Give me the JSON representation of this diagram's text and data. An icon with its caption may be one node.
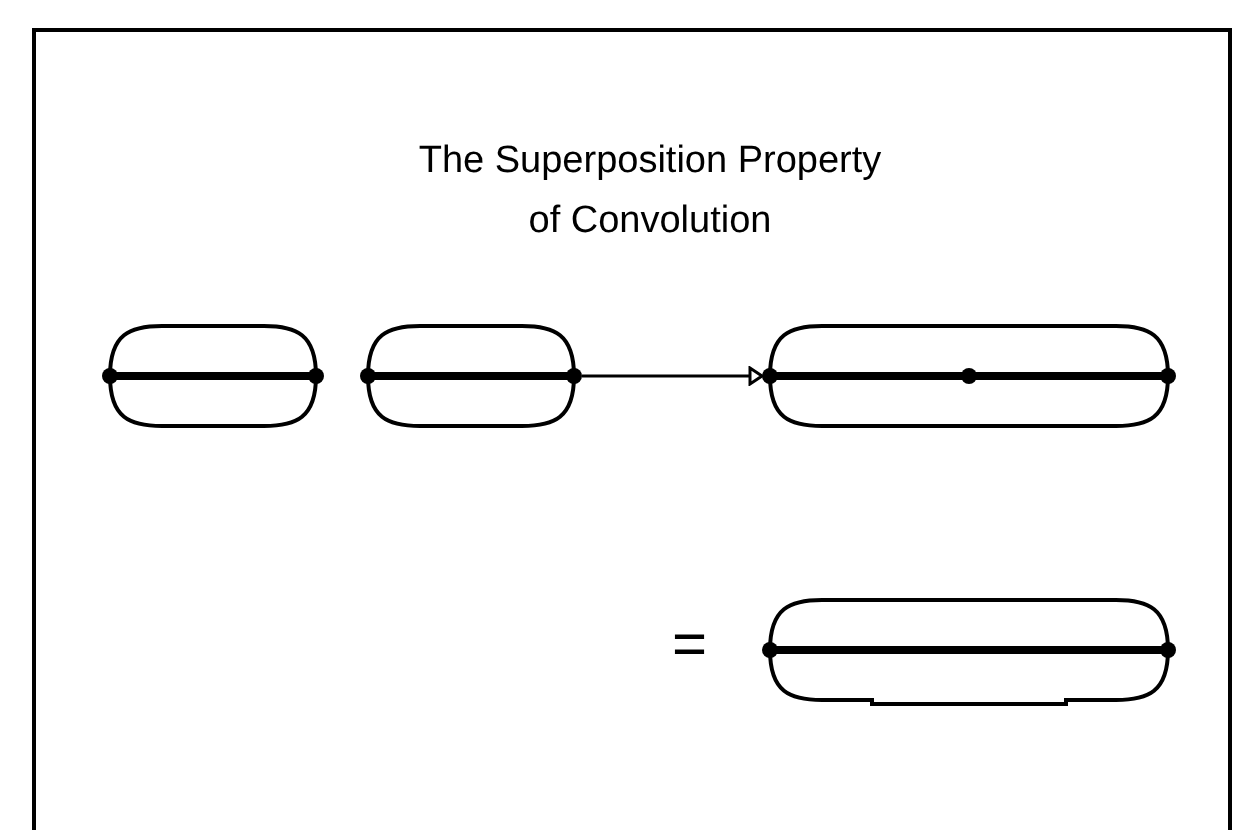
{
  "diagram": {
    "title": "The Superposition Property of Convolution",
    "nodes": [
      {
        "text": [],
        "shape": "picture"
      },
      {
        "text": [],
        "shape": "picture"
      },
      {
        "text": [],
        "shape": "picture"
      },
      {
        "text": [],
        "shape": "picture"
      }
    ],
    "edges": [
      {
        "from": 1,
        "to": 2,
        "arrow": "to"
      }
    ],
    "labels": [
      "="
    ]
  }
}
